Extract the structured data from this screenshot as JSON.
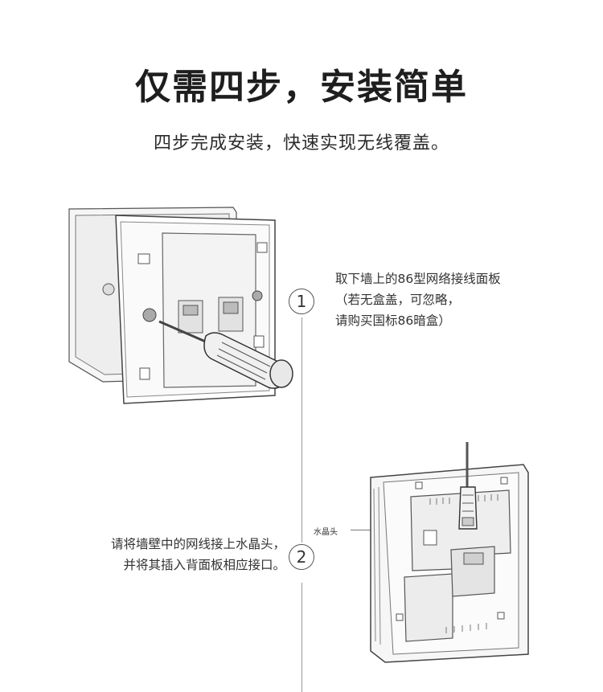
{
  "header": {
    "title": "仅需四步，安装简单",
    "subtitle": "四步完成安装，快速实现无线覆盖。"
  },
  "steps": [
    {
      "number": "1",
      "lines": [
        "取下墙上的86型网络接线面板",
        "（若无盒盖，可忽略，",
        "请购买国标86暗盒）"
      ]
    },
    {
      "number": "2",
      "lines": [
        "请将墙壁中的网线接上水晶头，",
        "并将其插入背面板相应接口。"
      ]
    }
  ],
  "callouts": {
    "crystal_head": "水晶头"
  }
}
